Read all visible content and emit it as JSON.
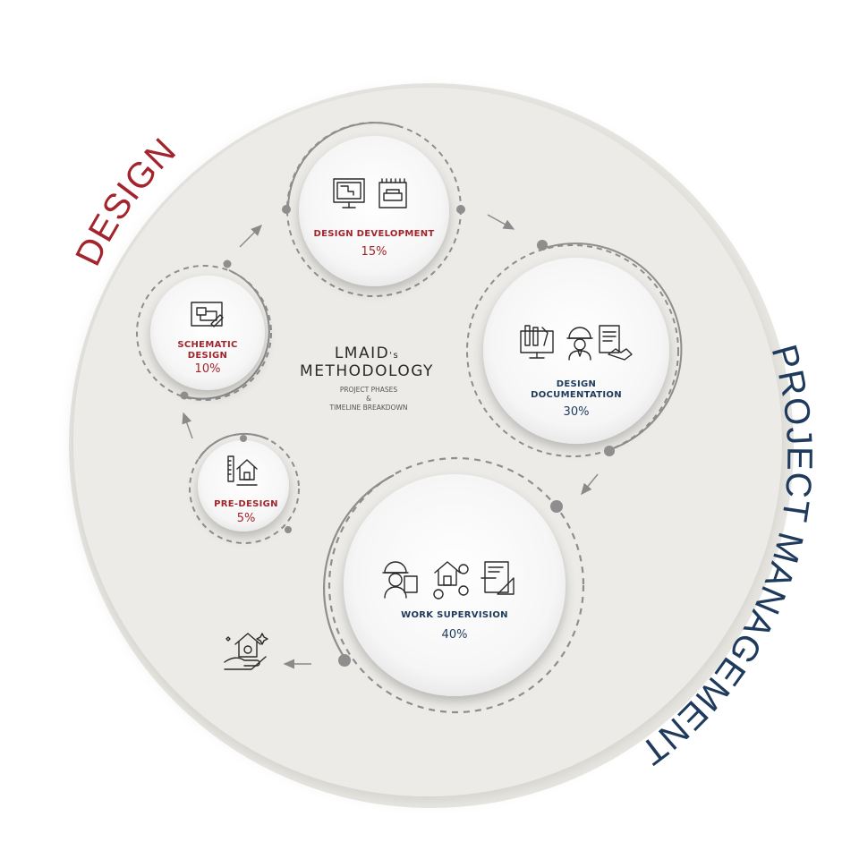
{
  "outer_labels": {
    "design": "DESIGN",
    "project_management": "PROJECT MANAGEMENT"
  },
  "center": {
    "title_brand": "LMAID",
    "title_suffix": "'s",
    "title_line2": "METHODOLOGY",
    "sub1": "PROJECT PHASES",
    "sub2": "&",
    "sub3": "TIMELINE BREAKDOWN"
  },
  "phases": {
    "pre_design": {
      "name": "PRE-DESIGN",
      "pct": "5%"
    },
    "schematic": {
      "name1": "SCHEMATIC",
      "name2": "DESIGN",
      "pct": "10%"
    },
    "development": {
      "name": "DESIGN DEVELOPMENT",
      "pct": "15%"
    },
    "documentation": {
      "name1": "DESIGN",
      "name2": "DOCUMENTATION",
      "pct": "30%"
    },
    "supervision": {
      "name": "WORK SUPERVISION",
      "pct": "40%"
    }
  },
  "colors": {
    "design_red": "#a3242c",
    "pm_navy": "#1e3a5c",
    "background_disc": "#ecebe7",
    "circle_face": "#f7f7f7"
  },
  "icons": {
    "pre_design": [
      "ruler-house-icon"
    ],
    "schematic": [
      "blueprint-icon"
    ],
    "development": [
      "monitor-plan-icon",
      "sofa-sketch-icon"
    ],
    "documentation": [
      "monitor-tools-icon",
      "engineer-icon",
      "contract-handshake-icon"
    ],
    "supervision": [
      "worker-icon",
      "house-tools-icon",
      "drafting-icon"
    ],
    "final": [
      "hand-house-icon"
    ]
  }
}
